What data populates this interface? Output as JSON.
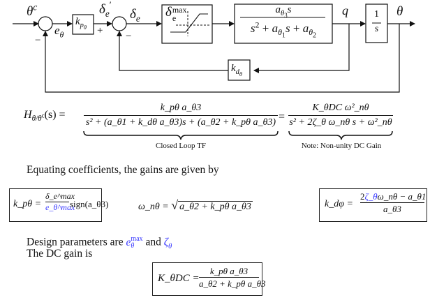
{
  "diagram": {
    "signals": {
      "reference": "θ",
      "reference_sup": "c",
      "error": "e",
      "error_sub": "θ",
      "delta_prime": "δ",
      "delta_prime_sub": "e",
      "delta_prime_sup": "′",
      "delta": "δ",
      "delta_sub": "e",
      "rate": "q",
      "output": "θ"
    },
    "signs": {
      "outer_minus": "−",
      "inner_plus": "+",
      "inner_minus": "−"
    },
    "blocks": {
      "kp": {
        "k": "k",
        "sub": "p",
        "subsub": "θ"
      },
      "saturation": {
        "label": "δ",
        "sub": "e",
        "sup": "max"
      },
      "plant": {
        "num": "a",
        "num_sub": "θ",
        "num_subsub": "3",
        "num_tail": "s",
        "den_s2": "s",
        "den_pow": "2",
        "den_plus": " + ",
        "den_a1": "a",
        "den_a1_sub": "θ",
        "den_a1_subsub": "1",
        "den_s": "s",
        "den_a2": "a",
        "den_a2_sub": "θ",
        "den_a2_subsub": "2"
      },
      "integrator": {
        "num": "1",
        "den": "s"
      },
      "kd": {
        "k": "k",
        "sub": "d",
        "subsub": "θ"
      }
    }
  },
  "transfer_function": {
    "lhs": "H",
    "lhs_sub": "θ/θ",
    "lhs_subsup": "c",
    "lhs_arg": "(s) =",
    "num1": "k_pθ a_θ3",
    "den1": "s² + (a_θ1 + k_dθ a_θ3)s + (a_θ2 + k_pθ a_θ3)",
    "equals": "=",
    "num2": "K_θDC ω²_nθ",
    "den2": "s² + 2ζ_θ ω_nθ s + ω²_nθ",
    "brace1_label": "Closed Loop TF",
    "brace2_label": "Note: Non-unity DC Gain"
  },
  "text": {
    "equating": "Equating coefficients, the gains are given by",
    "design_params_prefix": "Design parameters are ",
    "design_params_and": " and ",
    "dc_gain_intro": "The DC gain is"
  },
  "equations": {
    "kp": {
      "lhs": "k_pθ =",
      "num": "δ_e^max",
      "den": "e_θ^max",
      "tail": "sign(a_θ3)"
    },
    "wn": {
      "lhs": "ω_nθ =",
      "radicand": "a_θ2 + k_pθ a_θ3"
    },
    "kd": {
      "lhs": "k_dφ =",
      "num_coef": "2",
      "num_zeta": "ζ_θ",
      "num_rest": "ω_nθ − a_θ1",
      "den": "a_θ3"
    },
    "kdc": {
      "lhs": "K_θDC =",
      "num": "k_pθ a_θ3",
      "den": "a_θ2 + k_pθ a_θ3"
    }
  },
  "design_params": {
    "emax": "e",
    "emax_sub": "θ",
    "emax_sup": "max",
    "zeta": "ζ",
    "zeta_sub": "θ"
  },
  "colors": {
    "highlight": "#3b3bff",
    "ink": "#111111"
  }
}
